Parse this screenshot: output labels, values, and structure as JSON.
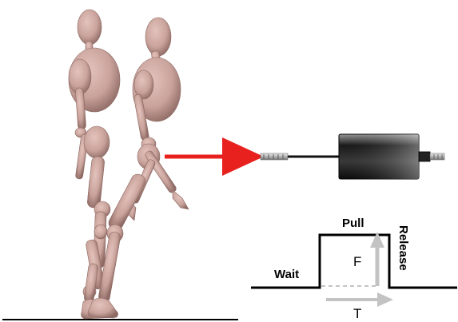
{
  "labels": {
    "wait": "Wait",
    "pull": "Pull",
    "release": "Release",
    "force": "F",
    "time": "T"
  },
  "colors": {
    "figure_skin": "#c9a39c",
    "figure_shadow": "#8e6a64",
    "arrow": "#e8201e",
    "signal_line": "#000000",
    "hint_arrow": "#c3c3c3",
    "actuator_body": "#2a2a2a"
  },
  "icons": {
    "figures": "mannequin-figure",
    "pull_arrow": "red-arrow",
    "device": "cable-actuator"
  }
}
